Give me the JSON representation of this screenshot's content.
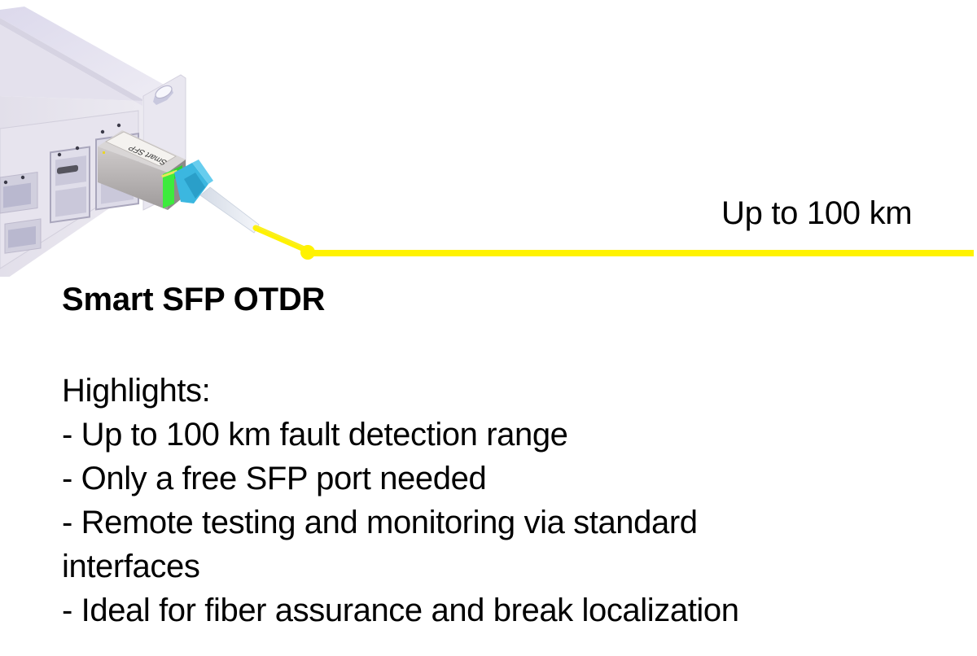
{
  "diagram": {
    "device": "network-switch",
    "module_label": "Smart SFP",
    "range_label": "Up to 100 km",
    "colors": {
      "fiber": "#FFF200",
      "connector": "#3BB7E0",
      "latch": "#3DEB3D",
      "chassis": "#E6E3EE",
      "module": "#B7B4B4"
    }
  },
  "content": {
    "title": "Smart SFP OTDR",
    "highlights_heading": "Highlights:",
    "highlights": [
      "- Up to 100 km fault detection range",
      "- Only a free SFP port needed",
      "- Remote testing and monitoring via standard interfaces",
      "- Ideal for fiber assurance and break localization"
    ]
  }
}
